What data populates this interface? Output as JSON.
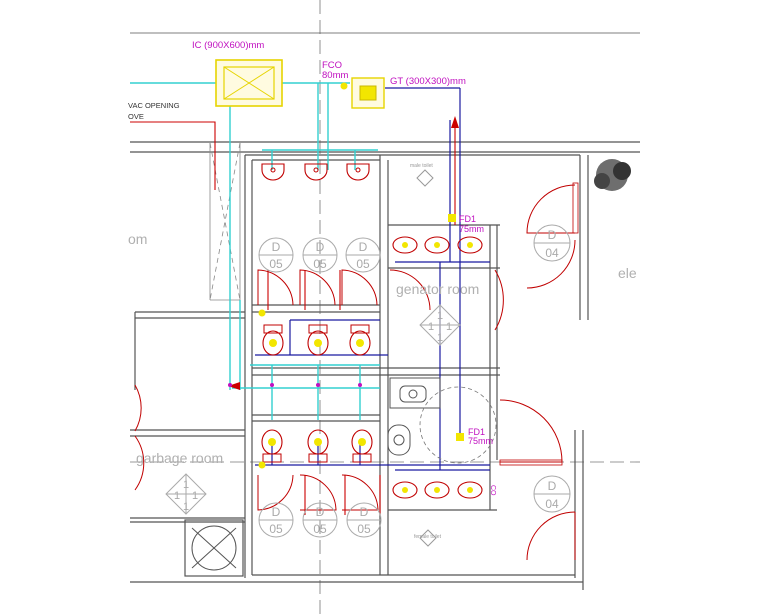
{
  "labels": {
    "ic": "IC  (900X600)mm",
    "fco_1": "FCO",
    "fco_2": "80mm",
    "gt": "GT  (300X300)mm",
    "hvac_1": "VAC OPENING",
    "hvac_2": "OVE",
    "fd1_top_1": "FD1",
    "fd1_top_2": "75mm",
    "fd1_bot_1": "FD1",
    "fd1_bot_2": "75mm",
    "male_toilet": "male toilet",
    "female_toilet": "female toilet",
    "generator_room": "genator room",
    "garbage_room": "garbage room",
    "room_left": "om",
    "room_right": "ele",
    "co": "CO"
  },
  "door_tags": [
    {
      "letter": "D",
      "number": "05"
    },
    {
      "letter": "D",
      "number": "05"
    },
    {
      "letter": "D",
      "number": "05"
    },
    {
      "letter": "D",
      "number": "04"
    },
    {
      "letter": "D",
      "number": "05"
    },
    {
      "letter": "D",
      "number": "05"
    },
    {
      "letter": "D",
      "number": "05"
    },
    {
      "letter": "D",
      "number": "04"
    }
  ],
  "section_marks": [
    {
      "top": "1",
      "left": "1",
      "right": "1",
      "bottom": "1"
    },
    {
      "top": "1",
      "left": "1",
      "right": "1",
      "bottom": "1"
    }
  ],
  "colors": {
    "magenta_text": "#c010c0",
    "cyan_pipe": "#33d0d0",
    "blue_pipe": "#1a1aa0",
    "red_door": "#cc0000",
    "yellow_fixture": "#f2e600",
    "grey_tag": "#b0b0b0"
  }
}
